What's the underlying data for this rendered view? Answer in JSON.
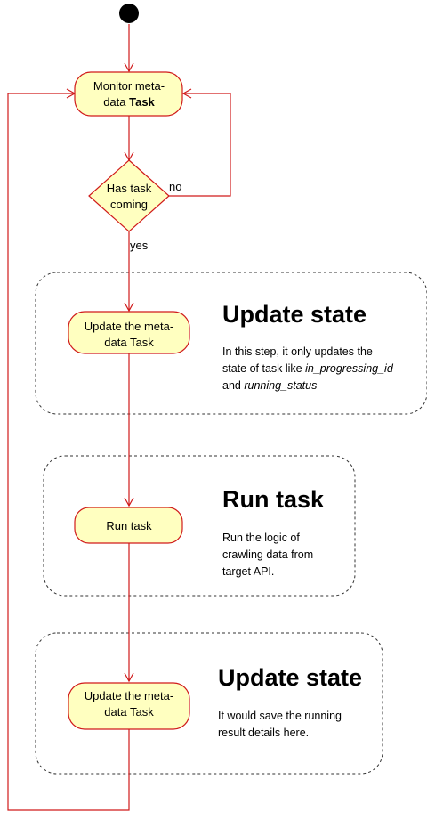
{
  "colors": {
    "node_fill": "#ffffc0",
    "node_stroke": "#d01a1a",
    "edge": "#d01a1a",
    "group_border": "#333333",
    "start_node": "#000000"
  },
  "nodes": {
    "monitor": {
      "line1": "Monitor meta-",
      "line2": "data ",
      "line2_bold": "Task"
    },
    "decision": {
      "line1": "Has task",
      "line2": "coming"
    },
    "update1": {
      "line1": "Update the meta-",
      "line2": "data Task"
    },
    "run": {
      "label": "Run task"
    },
    "update2": {
      "line1": "Update the meta-",
      "line2": "data Task"
    }
  },
  "edges": {
    "no_label": "no",
    "yes_label": "yes"
  },
  "groups": [
    {
      "title": "Update state",
      "desc_lines": [
        [
          {
            "t": "In this step, it only updates the",
            "i": false
          }
        ],
        [
          {
            "t": "state of task like ",
            "i": false
          },
          {
            "t": "in_progressing_id",
            "i": true
          }
        ],
        [
          {
            "t": "and ",
            "i": false
          },
          {
            "t": "running_status",
            "i": true
          }
        ]
      ]
    },
    {
      "title": "Run task",
      "desc_lines": [
        [
          {
            "t": "Run the logic of",
            "i": false
          }
        ],
        [
          {
            "t": "crawling data from",
            "i": false
          }
        ],
        [
          {
            "t": "target API.",
            "i": false
          }
        ]
      ]
    },
    {
      "title": "Update state",
      "desc_lines": [
        [
          {
            "t": "It would save the running",
            "i": false
          }
        ],
        [
          {
            "t": "result details here.",
            "i": false
          }
        ]
      ]
    }
  ]
}
